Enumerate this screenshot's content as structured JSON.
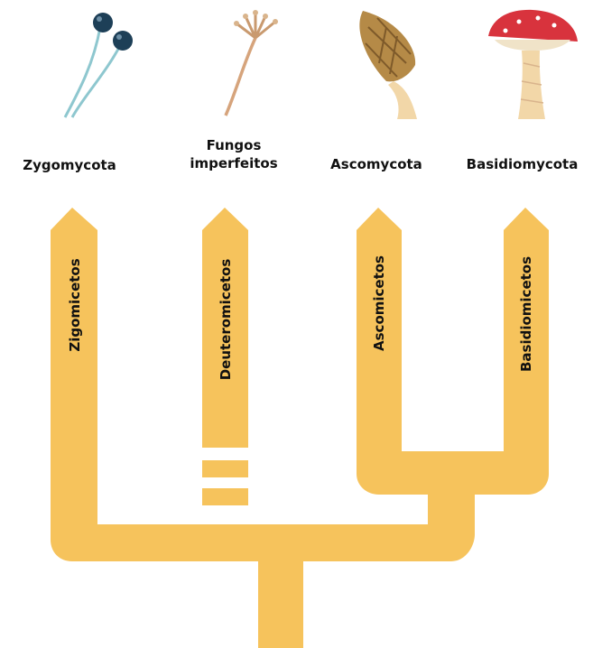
{
  "groups": [
    {
      "name": "Zygomycota",
      "branch_label": "Zigomicetos",
      "illustration": "pin-mold-sporangia"
    },
    {
      "name": "Fungos\nimperfeitos",
      "branch_label": "Deuteromicetos",
      "illustration": "conidiophore-mold"
    },
    {
      "name": "Ascomycota",
      "branch_label": "Ascomicetos",
      "illustration": "morel-mushroom"
    },
    {
      "name": "Basidiomycota",
      "branch_label": "Basidiomicetos",
      "illustration": "fly-agaric-mushroom"
    }
  ],
  "colors": {
    "tree": "#F6C35C",
    "zygo_head": "#1d3f57",
    "morel": "#b58a47",
    "amanita_cap": "#d8333d",
    "stem": "#f2d7a8"
  }
}
